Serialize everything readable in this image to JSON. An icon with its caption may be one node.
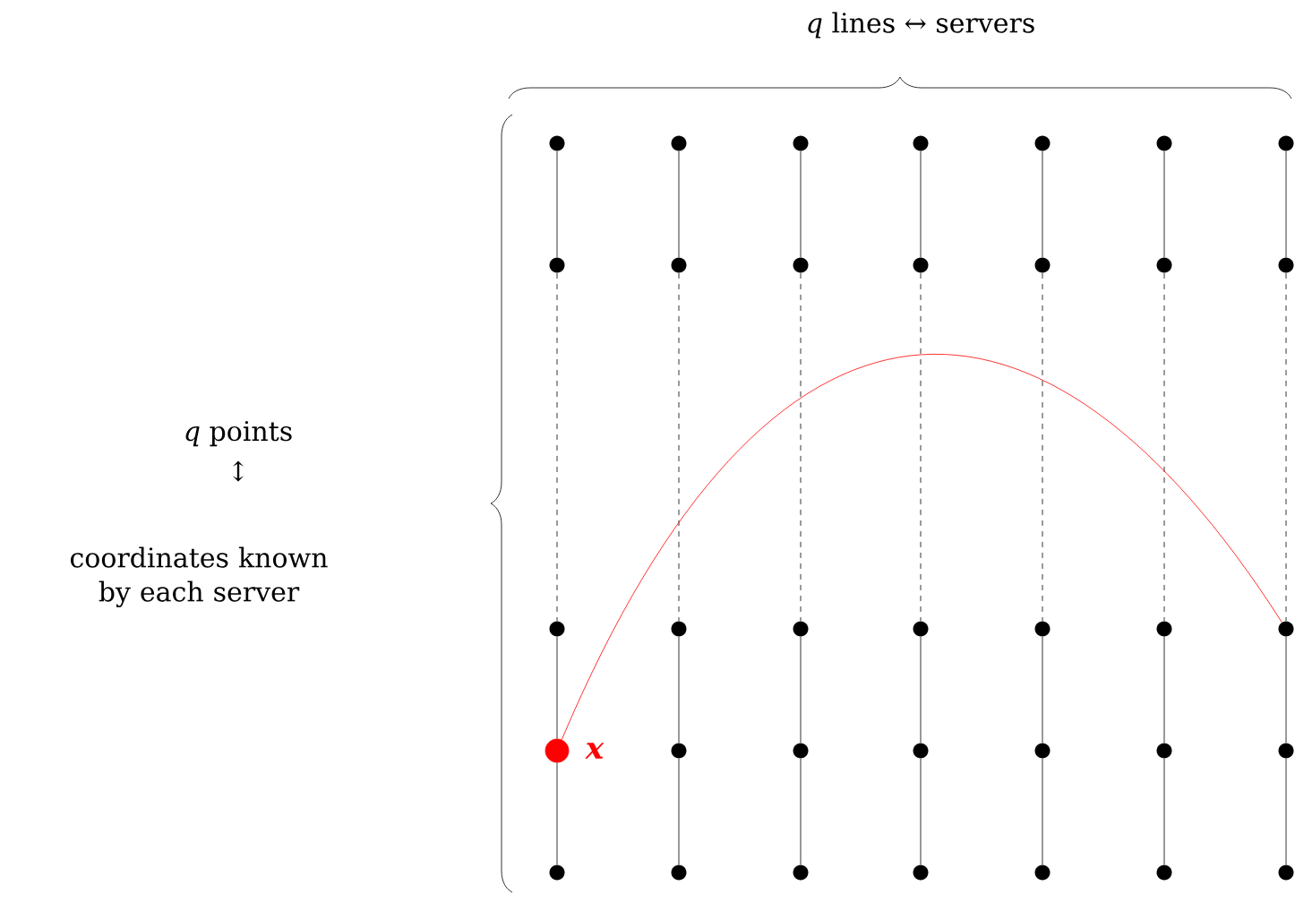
{
  "diagram": {
    "nodes": [
      {
        "text": [],
        "shape": "circle"
      },
      {
        "text": [],
        "shape": "circle"
      },
      {
        "text": [],
        "shape": "circle"
      },
      {
        "text": [],
        "shape": "circle"
      },
      {
        "text": [],
        "shape": "circle"
      },
      {
        "text": [],
        "shape": "circle"
      },
      {
        "text": [],
        "shape": "circle"
      },
      {
        "text": [],
        "shape": "circle"
      },
      {
        "text": [],
        "shape": "circle"
      },
      {
        "text": [],
        "shape": "circle"
      },
      {
        "text": [],
        "shape": "circle"
      },
      {
        "text": [],
        "shape": "circle"
      },
      {
        "text": [],
        "shape": "circle"
      },
      {
        "text": [],
        "shape": "circle"
      },
      {
        "text": [],
        "shape": "circle"
      },
      {
        "text": [],
        "shape": "circle"
      },
      {
        "text": [],
        "shape": "circle"
      },
      {
        "text": [],
        "shape": "circle"
      },
      {
        "text": [],
        "shape": "circle"
      },
      {
        "text": [],
        "shape": "circle"
      },
      {
        "text": [],
        "shape": "circle"
      },
      {
        "text": [],
        "shape": "circle",
        "beside": [
          "x"
        ]
      },
      {
        "text": [],
        "shape": "circle"
      },
      {
        "text": [],
        "shape": "circle"
      },
      {
        "text": [],
        "shape": "circle"
      },
      {
        "text": [],
        "shape": "circle"
      },
      {
        "text": [],
        "shape": "circle"
      },
      {
        "text": [],
        "shape": "circle"
      },
      {
        "text": [],
        "shape": "circle"
      },
      {
        "text": [],
        "shape": "circle"
      },
      {
        "text": [],
        "shape": "circle"
      },
      {
        "text": [],
        "shape": "circle"
      },
      {
        "text": [],
        "shape": "circle"
      },
      {
        "text": [],
        "shape": "circle"
      },
      {
        "text": [],
        "shape": "circle"
      }
    ],
    "edges": [
      {
        "from": 0,
        "to": 7,
        "arrow": "none"
      },
      {
        "from": 7,
        "to": 14,
        "arrow": "none",
        "style": "dashed"
      },
      {
        "from": 14,
        "to": 21,
        "arrow": "none"
      },
      {
        "from": 21,
        "to": 28,
        "arrow": "none"
      },
      {
        "from": 1,
        "to": 8,
        "arrow": "none"
      },
      {
        "from": 8,
        "to": 15,
        "arrow": "none",
        "style": "dashed"
      },
      {
        "from": 15,
        "to": 22,
        "arrow": "none"
      },
      {
        "from": 22,
        "to": 29,
        "arrow": "none"
      },
      {
        "from": 2,
        "to": 9,
        "arrow": "none"
      },
      {
        "from": 9,
        "to": 16,
        "arrow": "none",
        "style": "dashed"
      },
      {
        "from": 16,
        "to": 23,
        "arrow": "none"
      },
      {
        "from": 23,
        "to": 30,
        "arrow": "none"
      },
      {
        "from": 3,
        "to": 10,
        "arrow": "none"
      },
      {
        "from": 10,
        "to": 17,
        "arrow": "none",
        "style": "dashed"
      },
      {
        "from": 17,
        "to": 24,
        "arrow": "none"
      },
      {
        "from": 24,
        "to": 31,
        "arrow": "none"
      },
      {
        "from": 4,
        "to": 11,
        "arrow": "none"
      },
      {
        "from": 11,
        "to": 18,
        "arrow": "none",
        "style": "dashed"
      },
      {
        "from": 18,
        "to": 25,
        "arrow": "none"
      },
      {
        "from": 25,
        "to": 32,
        "arrow": "none"
      },
      {
        "from": 5,
        "to": 12,
        "arrow": "none"
      },
      {
        "from": 12,
        "to": 19,
        "arrow": "none",
        "style": "dashed"
      },
      {
        "from": 19,
        "to": 26,
        "arrow": "none"
      },
      {
        "from": 26,
        "to": 33,
        "arrow": "none"
      },
      {
        "from": 6,
        "to": 13,
        "arrow": "none"
      },
      {
        "from": 13,
        "to": 20,
        "arrow": "none",
        "style": "dashed"
      },
      {
        "from": 20,
        "to": 27,
        "arrow": "none"
      },
      {
        "from": 27,
        "to": 34,
        "arrow": "none"
      },
      {
        "from": 21,
        "to": 20,
        "arrow": "none",
        "color": "#ff0000"
      }
    ],
    "labels": [
      "*q* lines ↔ servers",
      "*q* points",
      "↕",
      "coordinates known by each server"
    ]
  }
}
